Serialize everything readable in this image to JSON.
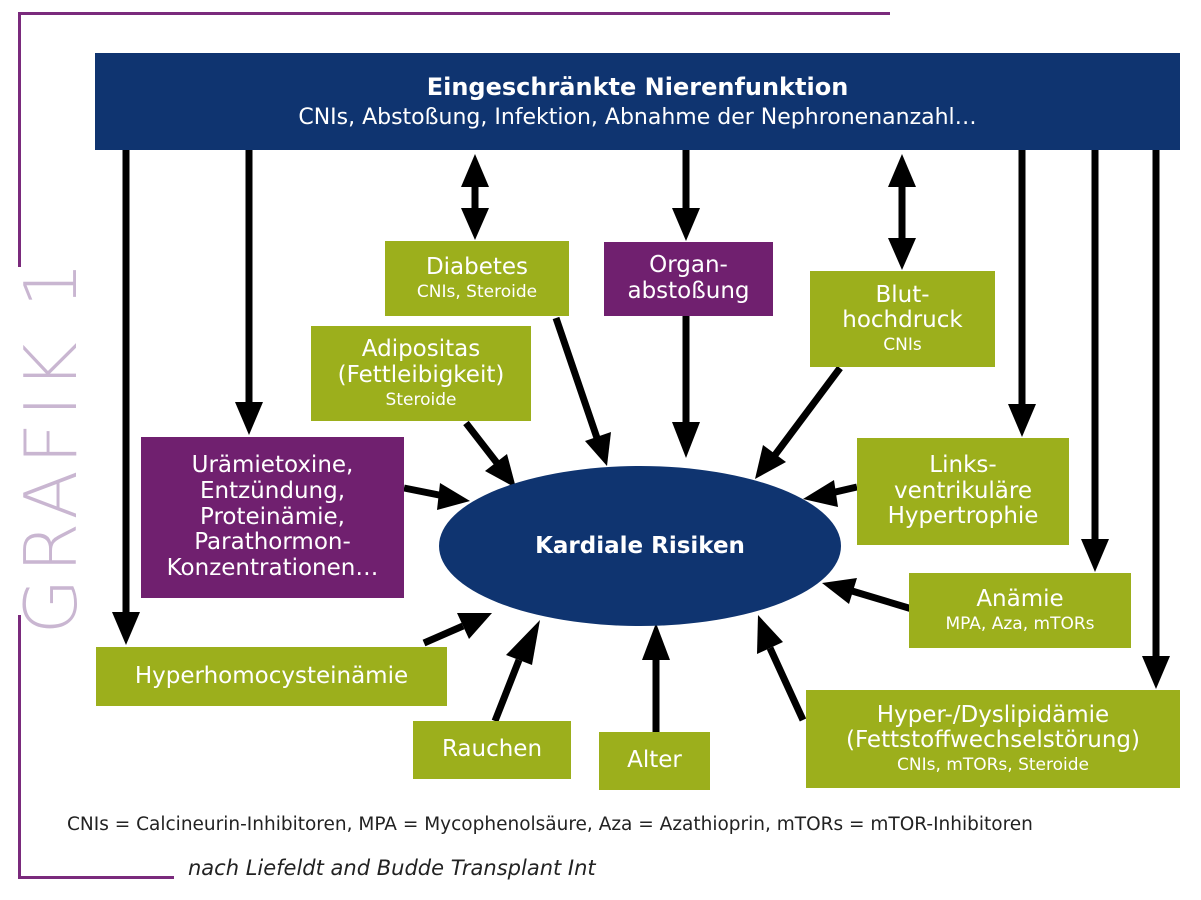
{
  "side_title": "GRAFIK 1",
  "header": {
    "title": "Eingeschränkte Nierenfunktion",
    "subtitle": "CNIs, Abstoßung, Infektion, Abnahme der Nephronenanzahl…"
  },
  "center": "Kardiale Risiken",
  "boxes": {
    "diabetes": {
      "main": "Diabetes",
      "sub": "CNIs, Steroide"
    },
    "organabstossung": {
      "line1": "Organ-",
      "line2": "abstoßung"
    },
    "bluthochdruck": {
      "line1": "Blut-",
      "line2": "hochdruck",
      "sub": "CNIs"
    },
    "adipositas": {
      "line1": "Adipositas",
      "line2": "(Fettleibigkeit)",
      "sub": "Steroide"
    },
    "uraemie": {
      "line1": "Urämietoxine,",
      "line2": "Entzündung,",
      "line3": "Proteinämie,",
      "line4": "Parathormon-",
      "line5": "Konzentrationen…"
    },
    "lvh": {
      "line1": "Links-",
      "line2": "ventrikuläre",
      "line3": "Hypertrophie"
    },
    "anaemie": {
      "main": "Anämie",
      "sub": "MPA, Aza, mTORs"
    },
    "hyperhomocysteinaemie": {
      "main": "Hyperhomocysteinämie"
    },
    "rauchen": {
      "main": "Rauchen"
    },
    "alter": {
      "main": "Alter"
    },
    "dyslipidaemie": {
      "line1": "Hyper-/Dyslipidämie",
      "line2": "(Fettstoffwechselstörung)",
      "sub": "CNIs, mTORs, Steroide"
    }
  },
  "footnote": "CNIs = Calcineurin-Inhibitoren, MPA = Mycophenolsäure, Aza = Azathioprin, mTORs = mTOR-Inhibitoren",
  "source": "nach Liefeldt and Budde Transplant Int",
  "colors": {
    "navy": "#0f3470",
    "green": "#9caf1c",
    "purple": "#70206f",
    "frame": "#7a2a7c",
    "arrow": "#000000"
  }
}
